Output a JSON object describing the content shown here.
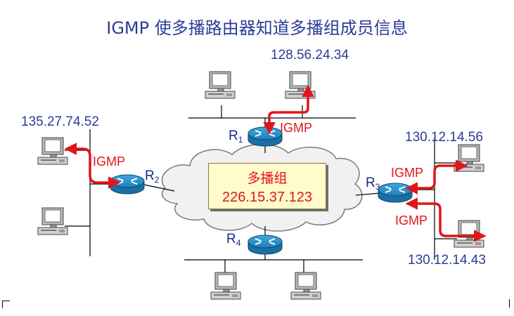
{
  "title": "IGMP 使多播路由器知道多播组成员信息",
  "hosts": {
    "top": "128.56.24.34",
    "left": "135.27.74.52",
    "right_upper": "130.12.14.56",
    "right_lower": "130.12.14.43"
  },
  "protocol_label": "IGMP",
  "routers": [
    {
      "name": "R",
      "sub": "1"
    },
    {
      "name": "R",
      "sub": "2"
    },
    {
      "name": "R",
      "sub": "3"
    },
    {
      "name": "R",
      "sub": "4"
    }
  ],
  "group": {
    "label": "多播组",
    "address": "226.15.37.123"
  },
  "colors": {
    "title": "#2b3c97",
    "ip": "#2b3c97",
    "igmp": "#e0161a",
    "router": "#2a8ec6",
    "cloud": "#f2f2f2",
    "group_fill": "#fffbcc"
  }
}
